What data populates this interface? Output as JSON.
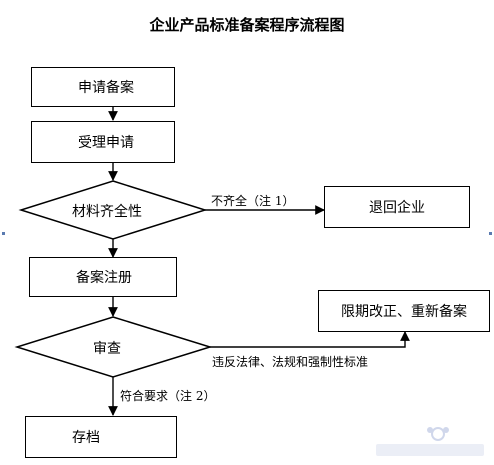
{
  "title": "企业产品标准备案程序流程图",
  "nodes": {
    "apply": "申请备案",
    "accept": "受理申请",
    "materials": "材料齐全性",
    "return": "退回企业",
    "register": "备案注册",
    "review": "审查",
    "rectify": "限期改正、重新备案",
    "archive": "存档"
  },
  "edges": {
    "incomplete": "不齐全（注 1）",
    "violation": "违反法律、法规和强制性标准",
    "compliant": "符合要求（注 2）"
  }
}
